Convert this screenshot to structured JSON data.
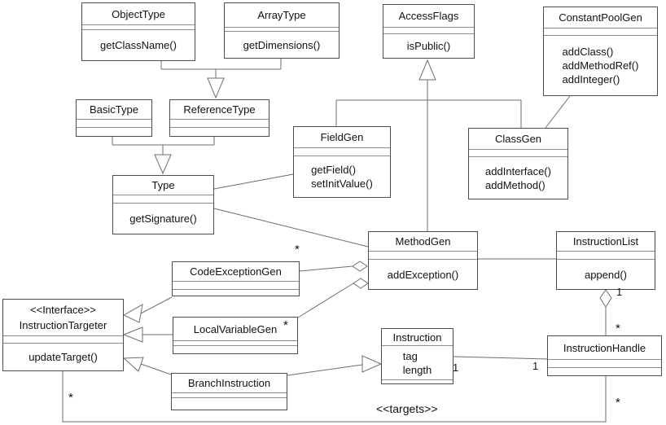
{
  "classes": {
    "object_type": {
      "name": "ObjectType",
      "methods": [
        "getClassName()"
      ]
    },
    "array_type": {
      "name": "ArrayType",
      "methods": [
        "getDimensions()"
      ]
    },
    "access_flags": {
      "name": "AccessFlags",
      "methods": [
        "isPublic()"
      ]
    },
    "constant_pool_gen": {
      "name": "ConstantPoolGen",
      "methods": [
        "addClass()",
        "addMethodRef()",
        "addInteger()"
      ]
    },
    "basic_type": {
      "name": "BasicType",
      "methods": []
    },
    "reference_type": {
      "name": "ReferenceType",
      "methods": []
    },
    "type": {
      "name": "Type",
      "methods": [
        "getSignature()"
      ]
    },
    "field_gen": {
      "name": "FieldGen",
      "methods": [
        "getField()",
        "setInitValue()"
      ]
    },
    "class_gen": {
      "name": "ClassGen",
      "methods": [
        "addInterface()",
        "addMethod()"
      ]
    },
    "method_gen": {
      "name": "MethodGen",
      "methods": [
        "addException()"
      ]
    },
    "instruction_list": {
      "name": "InstructionList",
      "methods": [
        "append()"
      ]
    },
    "code_exception_gen": {
      "name": "CodeExceptionGen",
      "methods": []
    },
    "local_variable_gen": {
      "name": "LocalVariableGen",
      "methods": []
    },
    "instruction_targeter": {
      "stereotype": "<<Interface>>",
      "name": "InstructionTargeter",
      "methods": [
        "updateTarget()"
      ]
    },
    "branch_instruction": {
      "name": "BranchInstruction",
      "methods": []
    },
    "instruction": {
      "name": "Instruction",
      "attributes": [
        "tag",
        "length"
      ]
    },
    "instruction_handle": {
      "name": "InstructionHandle",
      "methods": []
    }
  },
  "labels": {
    "many": "*",
    "one": "1",
    "targets": "<<targets>>"
  },
  "colors": {
    "background": "#ffffff",
    "box_fill": "#ffffff",
    "box_border": "#4d4d4d",
    "separator": "#8c8c8c",
    "connector": "#6e6e6e",
    "text": "#111111"
  }
}
